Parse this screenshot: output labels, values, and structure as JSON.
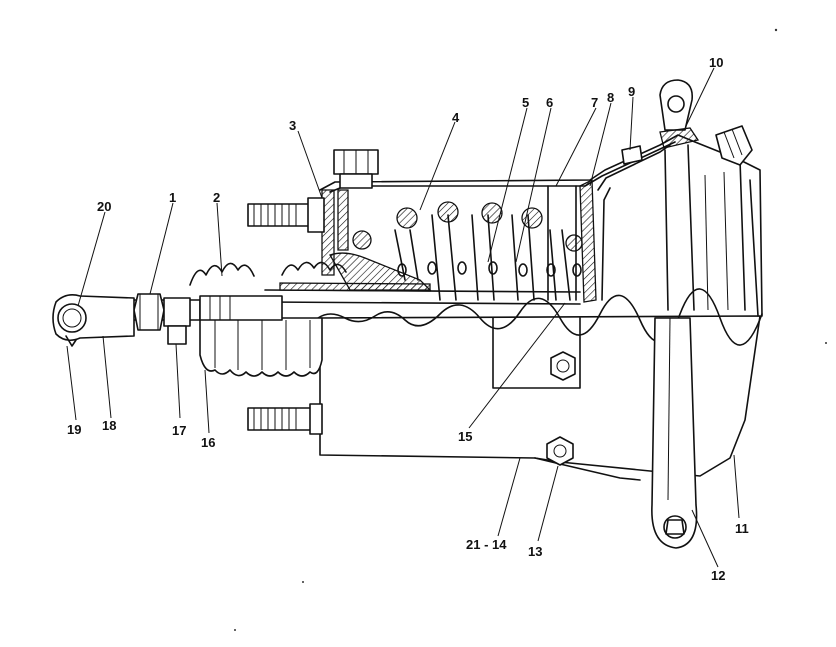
{
  "callouts": {
    "c1": "1",
    "c2": "2",
    "c3": "3",
    "c4": "4",
    "c5": "5",
    "c6": "6",
    "c7": "7",
    "c8": "8",
    "c9": "9",
    "c10": "10",
    "c11": "11",
    "c12": "12",
    "c13": "13",
    "c14": "21 - 14",
    "c15": "15",
    "c16": "16",
    "c17": "17",
    "c18": "18",
    "c19": "19",
    "c20": "20"
  }
}
